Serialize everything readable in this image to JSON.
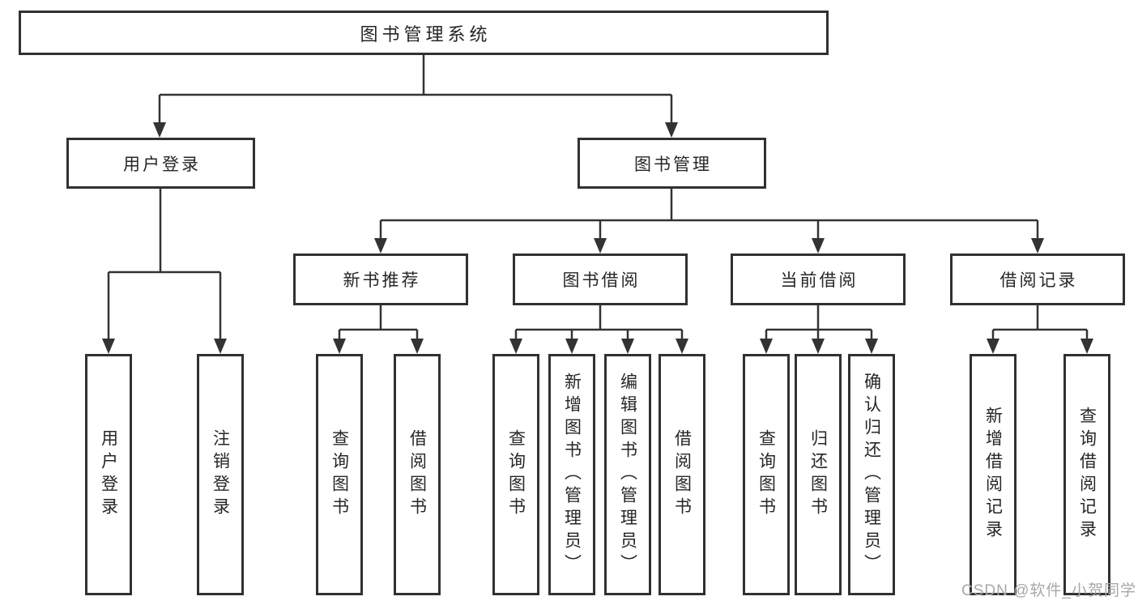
{
  "diagram": {
    "type": "org-tree",
    "root": {
      "label": "图书管理系统",
      "children": [
        {
          "label": "用户登录",
          "children": [
            {
              "label": "用户登录"
            },
            {
              "label": "注销登录"
            }
          ]
        },
        {
          "label": "图书管理",
          "children": [
            {
              "label": "新书推荐",
              "children": [
                {
                  "label": "查询图书"
                },
                {
                  "label": "借阅图书"
                }
              ]
            },
            {
              "label": "图书借阅",
              "children": [
                {
                  "label": "查询图书"
                },
                {
                  "label": "新增图书（管理员）"
                },
                {
                  "label": "编辑图书（管理员）"
                },
                {
                  "label": "借阅图书"
                }
              ]
            },
            {
              "label": "当前借阅",
              "children": [
                {
                  "label": "查询图书"
                },
                {
                  "label": "归还图书"
                },
                {
                  "label": "确认归还（管理员）"
                }
              ]
            },
            {
              "label": "借阅记录",
              "children": [
                {
                  "label": "新增借阅记录"
                },
                {
                  "label": "查询借阅记录"
                }
              ]
            }
          ]
        }
      ]
    },
    "watermark": "CSDN @软件_小贺同学",
    "colors": {
      "line": "#333333",
      "box_border": "#313131",
      "text": "#262626",
      "watermark": "#a8a8a8",
      "background": "#ffffff"
    }
  }
}
